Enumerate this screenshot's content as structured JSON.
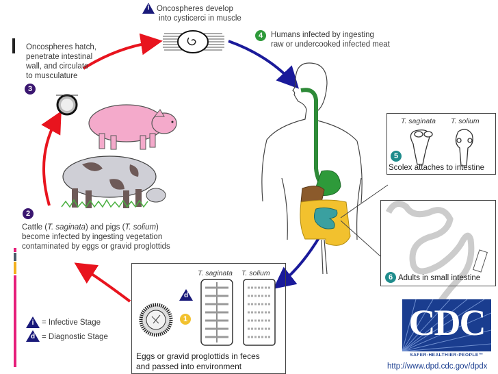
{
  "title": "Taenia saginata / Taenia solium life cycle",
  "stages": {
    "s1": {
      "number": "i",
      "line1": "Oncospheres develop",
      "line2": "into cysticerci in muscle"
    },
    "s3": {
      "number": "3",
      "lines": [
        "Oncospheres hatch,",
        "penetrate intestinal",
        "wall, and circulate",
        "to musculature"
      ]
    },
    "s4": {
      "number": "4",
      "line1": "Humans infected by ingesting",
      "line2": "raw or undercooked infected meat"
    },
    "s5": {
      "number": "5",
      "species_a": "T. saginata",
      "species_b": "T. solium",
      "caption": "Scolex attaches to intestine"
    },
    "s6": {
      "number": "6",
      "caption": "Adults in small intestine"
    },
    "s2": {
      "number": "2",
      "l1_a": "Cattle (",
      "l1_b": "T. saginata",
      "l1_c": ") and pigs (",
      "l1_d": "T. solium",
      "l1_e": ")",
      "line2": "become infected by ingesting vegetation",
      "line3": "contaminated by eggs or gravid proglottids"
    },
    "s1egg": {
      "number": "1",
      "diag": "d",
      "species_a": "T. saginata",
      "species_b": "T. solium",
      "line1": "Eggs or gravid proglottids in feces",
      "line2": "and passed into environment"
    }
  },
  "legend": {
    "infective_symbol": "i",
    "infective_label": "= Infective Stage",
    "diagnostic_symbol": "d",
    "diagnostic_label": "= Diagnostic Stage"
  },
  "logo": {
    "text": "CDC",
    "tagline": "SAFER·HEALTHIER·PEOPLE™"
  },
  "url": "http://www.dpd.cdc.gov/dpdx",
  "colors": {
    "navy": "#1a1a7a",
    "red": "#e8141e",
    "purple": "#3a1670",
    "green": "#2e9a3a",
    "teal": "#1f8c8c",
    "yellow": "#f2c12e",
    "pink": "#e61e7a",
    "slate": "#4a5a6a",
    "cdc_blue": "#1a3d8f"
  }
}
